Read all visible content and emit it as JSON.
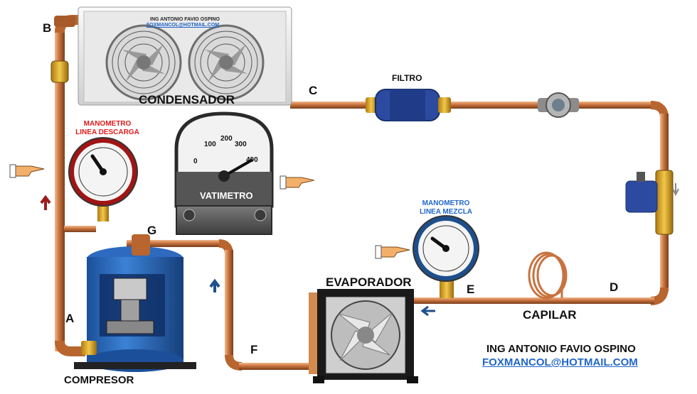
{
  "points": {
    "a": "A",
    "b": "B",
    "c": "C",
    "d": "D",
    "e": "E",
    "f": "F",
    "g": "G"
  },
  "components": {
    "condensador": "CONDENSADOR",
    "filtro": "FILTRO",
    "capilar": "CAPILAR",
    "evaporador": "EVAPORADOR",
    "compresor": "COMPRESOR",
    "vatimetro": "VATIMETRO"
  },
  "gauges": {
    "descarga_line1": "MANOMETRO",
    "descarga_line2": "LINEA DESCARGA",
    "mezcla_line1": "MANOMETRO",
    "mezcla_line2": "LINEA MEZCLA"
  },
  "wattmeter_scale": [
    "0",
    "100",
    "200",
    "300",
    "400"
  ],
  "condenser_plate": {
    "name": "ING ANTONIO FAVIO OSPINO",
    "email": "FOXMANCOL@HOTMAIL.COM"
  },
  "credit": {
    "author": "ING ANTONIO FAVIO OSPINO",
    "email": "FOXMANCOL@HOTMAIL.COM"
  },
  "colors": {
    "copper": "#c8733f",
    "arrow_up_red": "#9b1c1c",
    "arrow_blue": "#1d4f8c",
    "compressor_blue": "#2f6fc4"
  }
}
